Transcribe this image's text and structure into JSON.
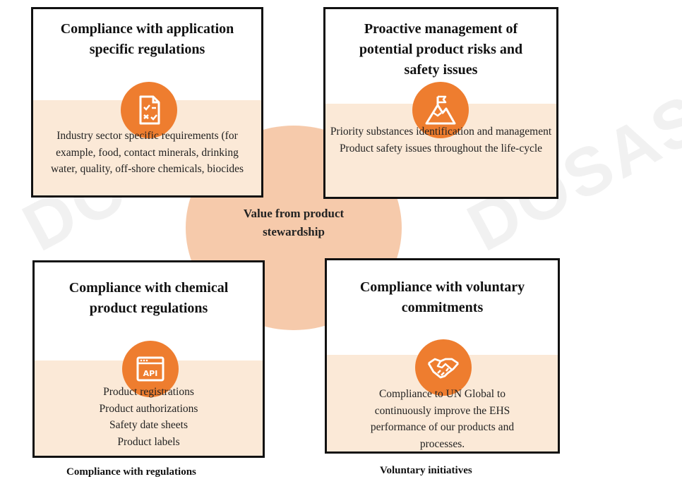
{
  "watermark": "DOSAS",
  "center_label": "Value from product stewardship",
  "colors": {
    "accent": "#ee7d2f",
    "circle": "#f5c7a6",
    "band": "#fbe9d7",
    "border": "#111111"
  },
  "boxes": [
    {
      "title": "Compliance with application specific regulations",
      "icon": "checklist-document-icon",
      "body": "Industry sector specific requirements (for example, food, contact minerals, drinking water, quality, off-shore chemicals, biocides"
    },
    {
      "title": "Proactive management of potential product risks and safety issues",
      "icon": "mountain-flag-icon",
      "body": "Priority substances identification and management\nProduct safety issues throughout the life-cycle"
    },
    {
      "title": "Compliance with chemical product regulations",
      "icon": "api-window-icon",
      "body": "Product registrations\nProduct authorizations\nSafety date sheets\nProduct labels"
    },
    {
      "title": "Compliance with voluntary commitments",
      "icon": "handshake-icon",
      "body": "Compliance to UN Global to continuously improve the EHS performance of our products and processes."
    }
  ],
  "captions": {
    "left": "Compliance with regulations",
    "right": "Voluntary initiatives"
  }
}
